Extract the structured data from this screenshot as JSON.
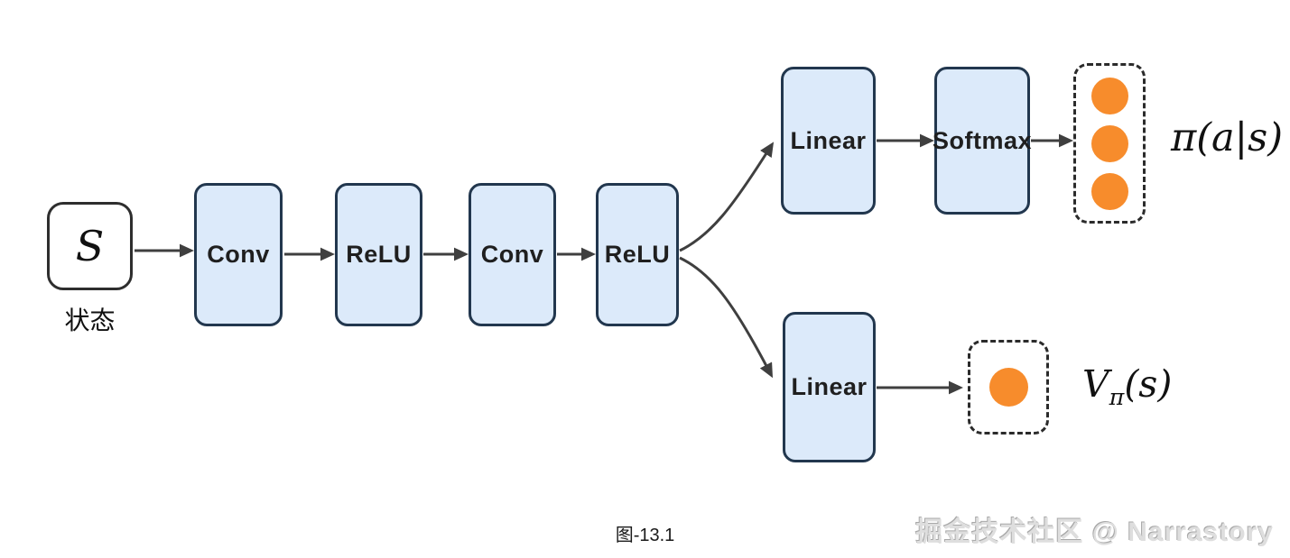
{
  "diagram": {
    "figure_caption": "图-13.1",
    "watermark": "掘金技术社区 @ Narrastory",
    "input": {
      "label": "S",
      "caption": "状态"
    },
    "backbone": [
      "Conv",
      "ReLU",
      "Conv",
      "ReLU"
    ],
    "policy_head": {
      "linear_label": "Linear",
      "softmax_label": "Softmax",
      "output_neurons": 3,
      "output_label": "π(a|s)"
    },
    "value_head": {
      "linear_label": "Linear",
      "output_neurons": 1,
      "output_label_main": "V",
      "output_label_sub": "π",
      "output_label_arg": "(s)"
    },
    "edges": [
      "S→Conv",
      "Conv→ReLU",
      "ReLU→Conv",
      "Conv→ReLU",
      "ReLU→Linear(policy)",
      "Linear→Softmax",
      "Softmax→policy-output",
      "ReLU→Linear(value)",
      "Linear→value-output"
    ],
    "colors": {
      "node_fill": "#dceafa",
      "node_border": "#22374e",
      "input_border": "#2e2e2e",
      "arrow": "#3f3f3f",
      "neuron": "#f78c2c",
      "dashed_border": "#2b2b2b",
      "watermark_text": "#dedede"
    }
  }
}
